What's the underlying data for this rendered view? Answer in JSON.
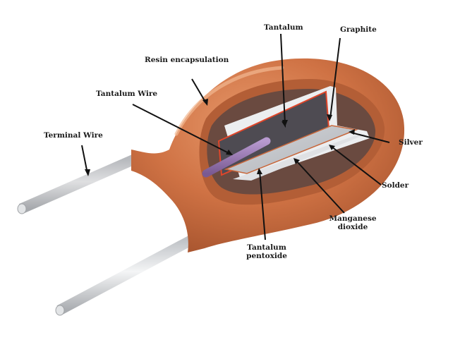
{
  "diagram": {
    "subject": "Tantalum capacitor cutaway",
    "colors": {
      "resin": "#c8683c",
      "resin_highlight": "#e89a6c",
      "resin_shadow": "#9c4a28",
      "cavity": "#6a4a40",
      "tantalum": "#4e4b50",
      "pentoxide_edge": "#e0462a",
      "plate": "#c6c8cc",
      "silver": "#e8e8ec",
      "tantalum_wire": "#9a78b0",
      "terminal_wire": "#d8dadc",
      "leader_line": "#111111"
    },
    "labels": {
      "tantalum": "Tantalum",
      "graphite": "Graphite",
      "resin": "Resin encapsulation",
      "tantalum_wire": "Tantalum Wire",
      "terminal_wire": "Terminal Wire",
      "silver": "Silver",
      "solder": "Solder",
      "manganese_line1": "Manganese",
      "manganese_line2": "dioxide",
      "pentoxide_line1": "Tantalum",
      "pentoxide_line2": "pentoxide"
    }
  }
}
